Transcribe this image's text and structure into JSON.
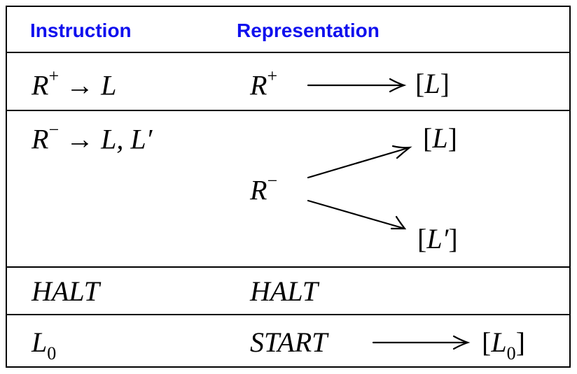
{
  "headers": {
    "instruction": "Instruction",
    "representation": "Representation"
  },
  "rows": [
    {
      "instruction": {
        "base": "R",
        "sup": "+",
        "rest": " → L"
      },
      "representation": {
        "source": {
          "base": "R",
          "sup": "+"
        },
        "targets": [
          {
            "text": "L",
            "sub": ""
          }
        ]
      }
    },
    {
      "instruction": {
        "base": "R",
        "sup": "−",
        "rest": " → L, L′"
      },
      "representation": {
        "source": {
          "base": "R",
          "sup": "−"
        },
        "targets": [
          {
            "text": "L",
            "sub": ""
          },
          {
            "text": "L′",
            "sub": ""
          }
        ]
      }
    },
    {
      "instruction": {
        "text": "HALT"
      },
      "representation": {
        "text": "HALT"
      }
    },
    {
      "instruction": {
        "text": "L",
        "sub": "0"
      },
      "representation": {
        "source": {
          "text": "START"
        },
        "targets": [
          {
            "text": "L",
            "sub": "0"
          }
        ]
      }
    }
  ],
  "brackets": {
    "open": "[",
    "close": "]"
  }
}
